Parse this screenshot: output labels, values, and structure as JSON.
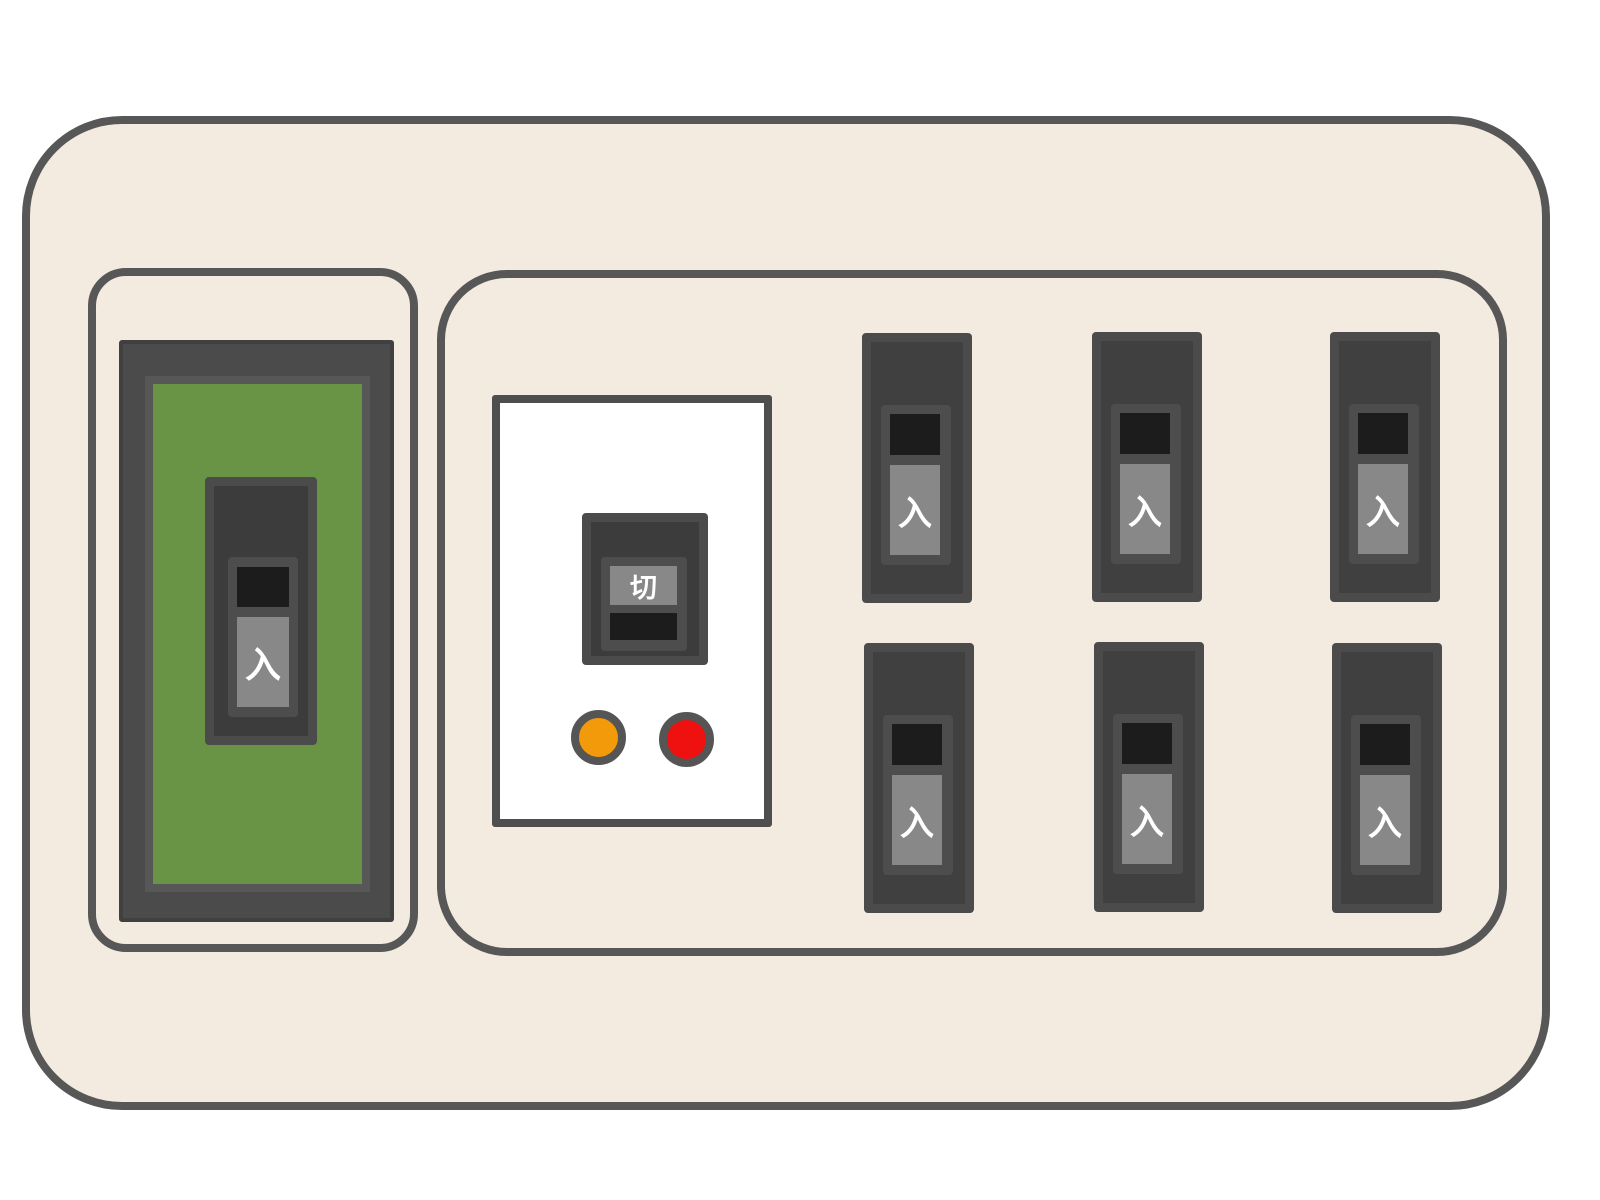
{
  "main_breaker": {
    "switch_label": "入"
  },
  "leakage_breaker": {
    "switch_label": "切",
    "indicators": [
      {
        "name": "orange-indicator",
        "color": "#f39a0b"
      },
      {
        "name": "red-indicator",
        "color": "#ef1010"
      }
    ]
  },
  "branch_breakers": [
    {
      "label": "入"
    },
    {
      "label": "入"
    },
    {
      "label": "入"
    },
    {
      "label": "入"
    },
    {
      "label": "入"
    },
    {
      "label": "入"
    }
  ]
}
